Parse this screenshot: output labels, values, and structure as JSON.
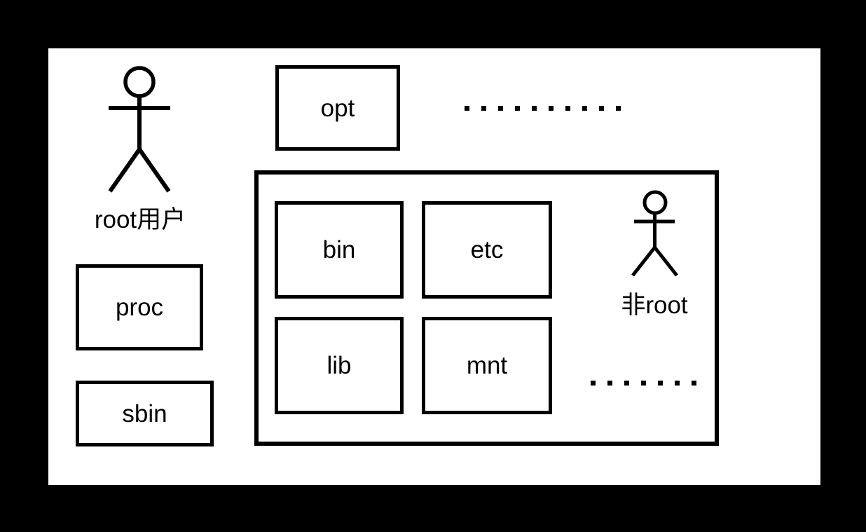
{
  "colors": {
    "background": "#000000",
    "canvas": "#ffffff",
    "ink": "#000000"
  },
  "actors": {
    "root": {
      "label": "root用户"
    },
    "nonroot": {
      "label": "非root"
    }
  },
  "boxes": {
    "opt": {
      "label": "opt"
    },
    "proc": {
      "label": "proc"
    },
    "sbin": {
      "label": "sbin"
    },
    "bin": {
      "label": "bin"
    },
    "etc": {
      "label": "etc"
    },
    "lib": {
      "label": "lib"
    },
    "mnt": {
      "label": "mnt"
    }
  },
  "ellipsis": {
    "top_row": {
      "count": 10
    },
    "container_row": {
      "count": 7
    }
  }
}
